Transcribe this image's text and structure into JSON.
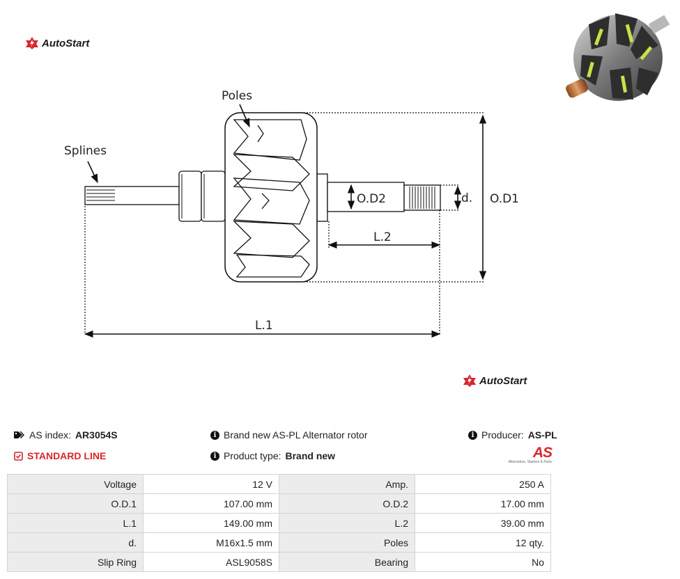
{
  "header": {
    "brand_name": "AutoStart",
    "brand_color": "#d9262c"
  },
  "diagram": {
    "labels": {
      "poles": "Poles",
      "splines": "Splines",
      "od2": "O.D2",
      "d": "d.",
      "od1": "O.D1",
      "l2": "L.2",
      "l1": "L.1"
    }
  },
  "footer_brand": {
    "name": "AutoStart"
  },
  "info": {
    "as_index_label": "AS index:",
    "as_index_value": "AR3054S",
    "standard_line": "STANDARD LINE",
    "description": "Brand new AS-PL Alternator rotor",
    "product_type_label": "Product type:",
    "product_type_value": "Brand new",
    "producer_label": "Producer:",
    "producer_value": "AS-PL",
    "producer_logo_text": "AS",
    "producer_logo_tagline": "Alternators, Starters & Parts"
  },
  "specs": [
    {
      "label1": "Voltage",
      "value1": "12 V",
      "label2": "Amp.",
      "value2": "250 A"
    },
    {
      "label1": "O.D.1",
      "value1": "107.00 mm",
      "label2": "O.D.2",
      "value2": "17.00 mm"
    },
    {
      "label1": "L.1",
      "value1": "149.00 mm",
      "label2": "L.2",
      "value2": "39.00 mm"
    },
    {
      "label1": "d.",
      "value1": "M16x1.5 mm",
      "label2": "Poles",
      "value2": "12 qty."
    },
    {
      "label1": "Slip Ring",
      "value1": "ASL9058S",
      "label2": "Bearing",
      "value2": "No"
    }
  ]
}
